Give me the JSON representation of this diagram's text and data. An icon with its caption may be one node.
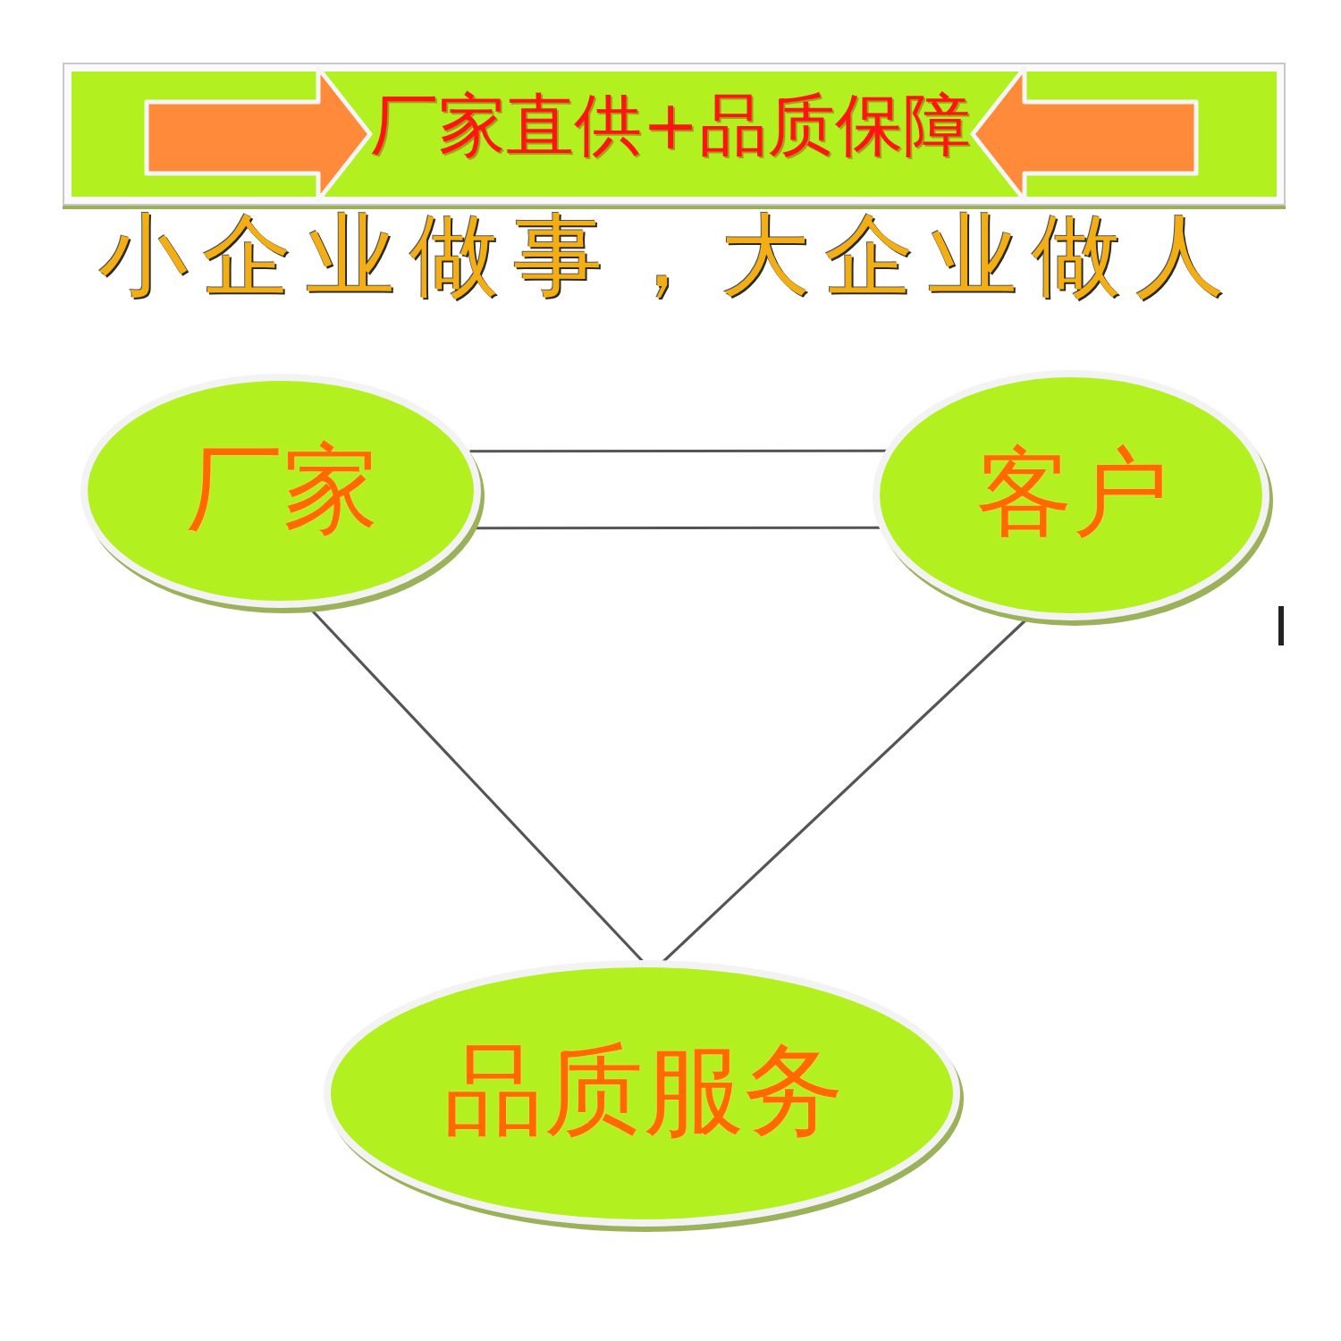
{
  "diagram": {
    "nodes": [
      {
        "text": [
          "厂家直供+品质保障"
        ]
      },
      {
        "text": [
          "厂家"
        ]
      },
      {
        "text": [
          "客户"
        ]
      },
      {
        "text": [
          "品质服务"
        ]
      }
    ],
    "edges": [
      {
        "from": 1,
        "to": 2,
        "arrow": "none"
      },
      {
        "from": 1,
        "to": 2,
        "arrow": "none"
      },
      {
        "from": 1,
        "to": 3,
        "arrow": "none"
      },
      {
        "from": 2,
        "to": 3,
        "arrow": "none"
      }
    ],
    "labels": [
      "小企业做事，大企业做人"
    ]
  }
}
